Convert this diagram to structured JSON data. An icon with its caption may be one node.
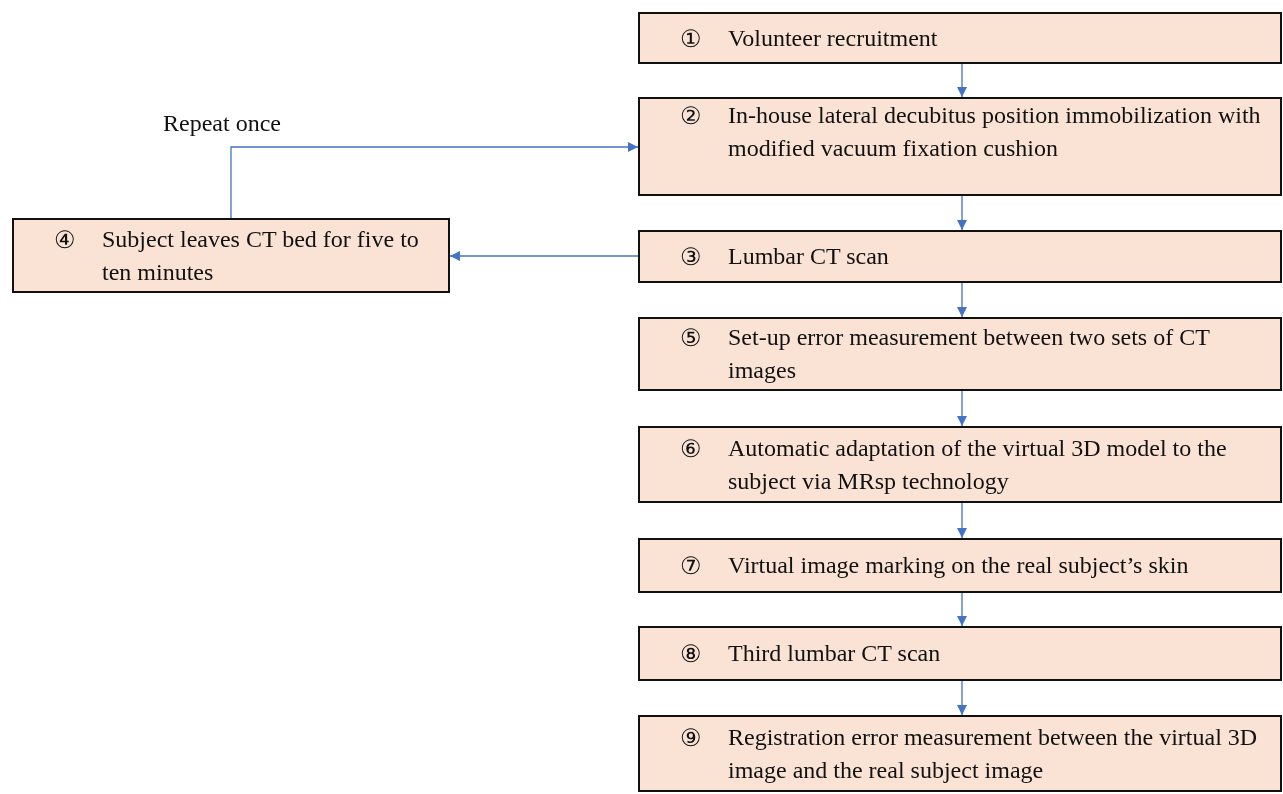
{
  "diagram": {
    "nodes": [
      {
        "text": [
          "①",
          "Volunteer recruitment"
        ]
      },
      {
        "text": [
          "②",
          "In-house lateral decubitus position immobilization with modified vacuum fixation cushion"
        ]
      },
      {
        "text": [
          "③",
          "Lumbar CT scan"
        ]
      },
      {
        "text": [
          "④",
          "Subject leaves CT bed for five to ten minutes"
        ]
      },
      {
        "text": [
          "⑤",
          "Set-up error measurement between two sets of CT images"
        ]
      },
      {
        "text": [
          "⑥",
          "Automatic adaptation of the virtual 3D model to the subject via MRsp technology"
        ]
      },
      {
        "text": [
          "⑦",
          "Virtual image marking on the real subject’s skin"
        ]
      },
      {
        "text": [
          "⑧",
          "Third lumbar CT scan"
        ]
      },
      {
        "text": [
          "⑨",
          "Registration error measurement between the virtual 3D image and the real subject image"
        ]
      }
    ],
    "edges": [
      {
        "from": 0,
        "to": 1,
        "arrow": "to"
      },
      {
        "from": 1,
        "to": 2,
        "arrow": "to"
      },
      {
        "from": 2,
        "to": 3,
        "arrow": "to"
      },
      {
        "from": 3,
        "to": 1,
        "arrow": "to",
        "label": "Repeat once"
      },
      {
        "from": 2,
        "to": 4,
        "arrow": "to"
      },
      {
        "from": 4,
        "to": 5,
        "arrow": "to"
      },
      {
        "from": 5,
        "to": 6,
        "arrow": "to"
      },
      {
        "from": 6,
        "to": 7,
        "arrow": "to"
      },
      {
        "from": 7,
        "to": 8,
        "arrow": "to"
      }
    ]
  }
}
